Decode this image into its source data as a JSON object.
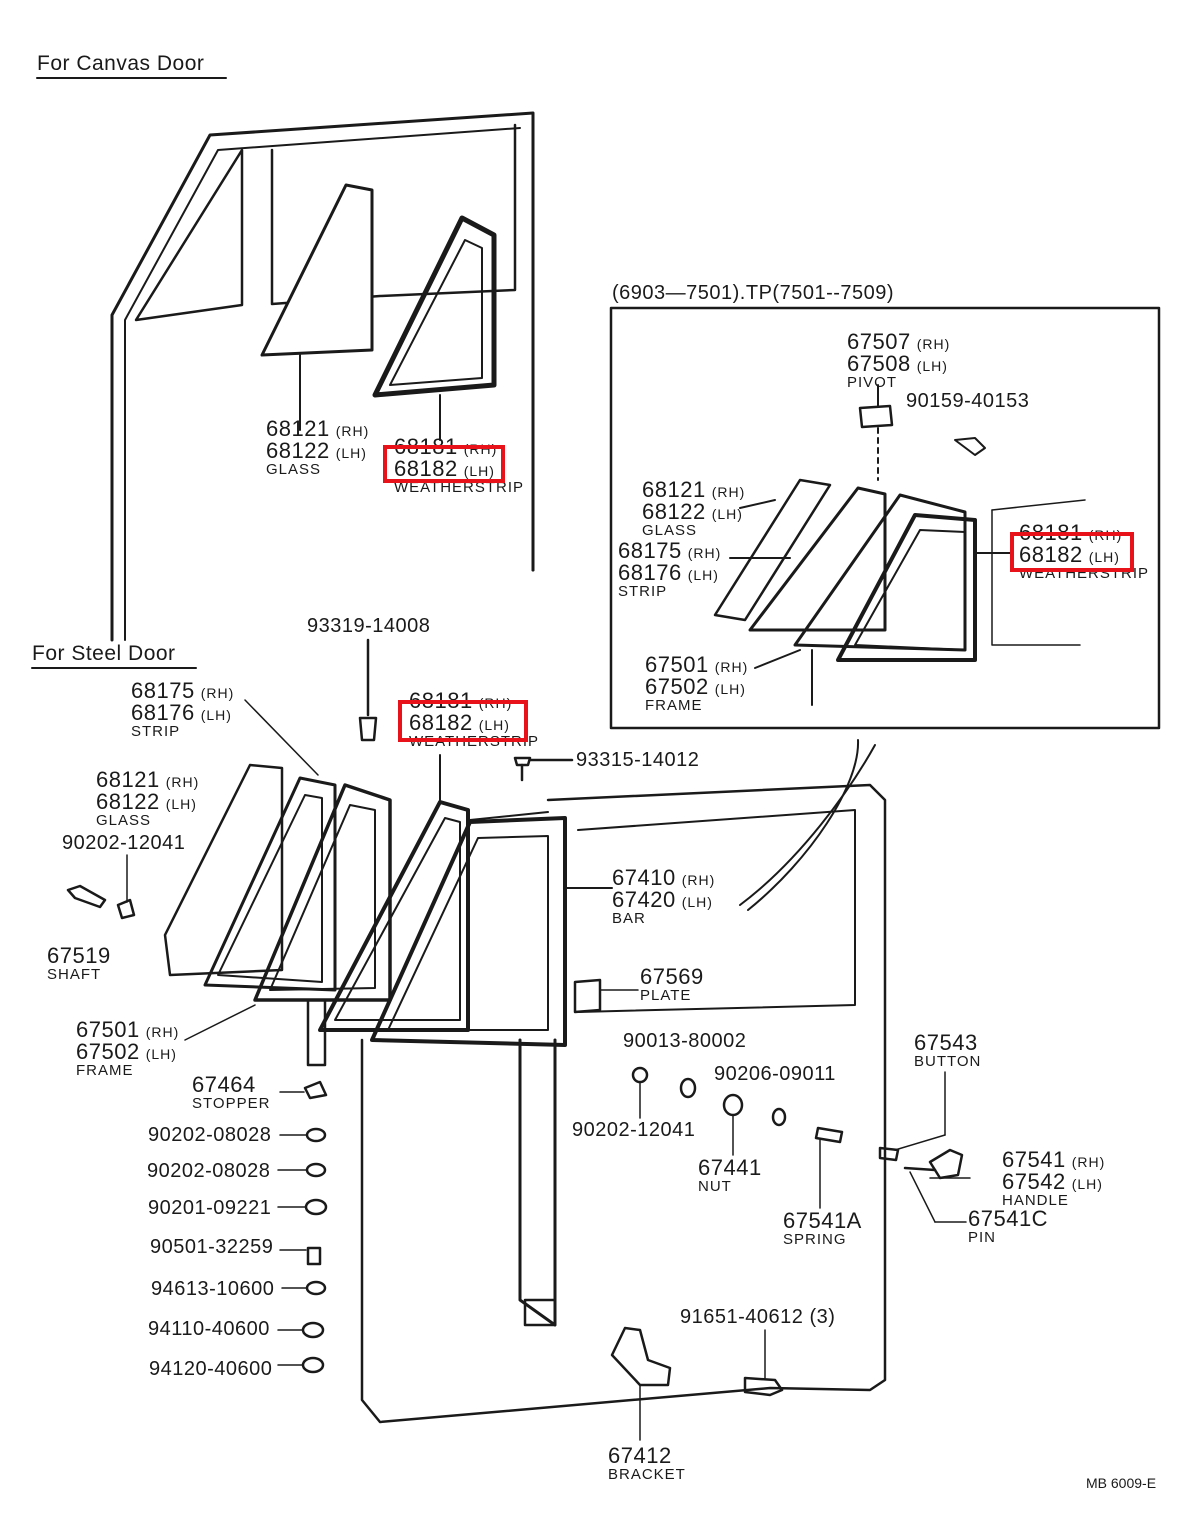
{
  "colors": {
    "ink": "#1a1a1a",
    "highlight": "#e8121b",
    "paper": "#ffffff"
  },
  "sections": {
    "canvas_door": "For Canvas Door",
    "steel_door": "For Steel Door",
    "inset_range": "(6903—7501).TP(7501--7509)"
  },
  "labels": {
    "glass_top": {
      "rh": "68121",
      "lh": "68122",
      "rh_tag": "(RH)",
      "lh_tag": "(LH)",
      "name": "GLASS"
    },
    "ws_top": {
      "rh": "68181",
      "lh": "68182",
      "rh_tag": "(RH)",
      "lh_tag": "(LH)",
      "name": "WEATHERSTRIP"
    },
    "pivot": {
      "rh": "67507",
      "lh": "67508",
      "rh_tag": "(RH)",
      "lh_tag": "(LH)",
      "name": "PIVOT"
    },
    "screw_inset": "90159-40153",
    "glass_inset": {
      "rh": "68121",
      "lh": "68122",
      "rh_tag": "(RH)",
      "lh_tag": "(LH)",
      "name": "GLASS"
    },
    "strip_inset": {
      "rh": "68175",
      "lh": "68176",
      "rh_tag": "(RH)",
      "lh_tag": "(LH)",
      "name": "STRIP"
    },
    "ws_inset": {
      "rh": "68181",
      "lh": "68182",
      "rh_tag": "(RH)",
      "lh_tag": "(LH)",
      "name": "WEATHERSTRIP"
    },
    "frame_inset": {
      "rh": "67501",
      "lh": "67502",
      "rh_tag": "(RH)",
      "lh_tag": "(LH)",
      "name": "FRAME"
    },
    "screw_a": "93319-14008",
    "strip_steel": {
      "rh": "68175",
      "lh": "68176",
      "rh_tag": "(RH)",
      "lh_tag": "(LH)",
      "name": "STRIP"
    },
    "ws_steel": {
      "rh": "68181",
      "lh": "68182",
      "rh_tag": "(RH)",
      "lh_tag": "(LH)",
      "name": "WEATHERSTRIP"
    },
    "screw_b": "93315-14012",
    "glass_steel": {
      "rh": "68121",
      "lh": "68122",
      "rh_tag": "(RH)",
      "lh_tag": "(LH)",
      "name": "GLASS"
    },
    "nut_a": "90202-12041",
    "shaft": {
      "num": "67519",
      "name": "SHAFT"
    },
    "bar": {
      "rh": "67410",
      "lh": "67420",
      "rh_tag": "(RH)",
      "lh_tag": "(LH)",
      "name": "BAR"
    },
    "plate": {
      "num": "67569",
      "name": "PLATE"
    },
    "frame_steel": {
      "rh": "67501",
      "lh": "67502",
      "rh_tag": "(RH)",
      "lh_tag": "(LH)",
      "name": "FRAME"
    },
    "stopper": {
      "num": "67464",
      "name": "STOPPER"
    },
    "washer_1": "90202-08028",
    "washer_2": "90202-08028",
    "washer_3": "90201-09221",
    "collar": "90501-32259",
    "washer_4": "94613-10600",
    "nut_b": "94110-40600",
    "nut_c": "94120-40600",
    "ring": "90013-80002",
    "washer_5": "90206-09011",
    "nut_d": "90202-12041",
    "nut_e": {
      "num": "67441",
      "name": "NUT"
    },
    "spring": {
      "num": "67541A",
      "name": "SPRING"
    },
    "button": {
      "num": "67543",
      "name": "BUTTON"
    },
    "handle": {
      "rh": "67541",
      "lh": "67542",
      "rh_tag": "(RH)",
      "lh_tag": "(LH)",
      "name": "HANDLE"
    },
    "pin": {
      "num": "67541C",
      "name": "PIN"
    },
    "bolt": "91651-40612 (3)",
    "bracket": {
      "num": "67412",
      "name": "BRACKET"
    },
    "footer": "MB 6009-E"
  }
}
